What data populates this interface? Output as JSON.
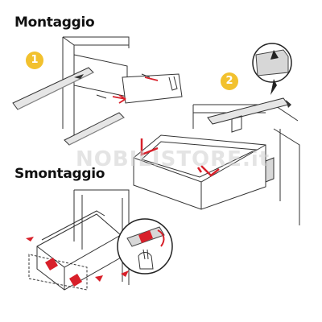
{
  "sections": {
    "mount_title": "Montaggio",
    "unmount_title": "Smontaggio"
  },
  "steps": [
    "1",
    "2"
  ],
  "watermark": "NOBILISTORE.it",
  "colors": {
    "accent_red": "#d8202a",
    "step_yellow": "#f2c12e",
    "line": "#333333",
    "rail": "#d7d7d7"
  }
}
